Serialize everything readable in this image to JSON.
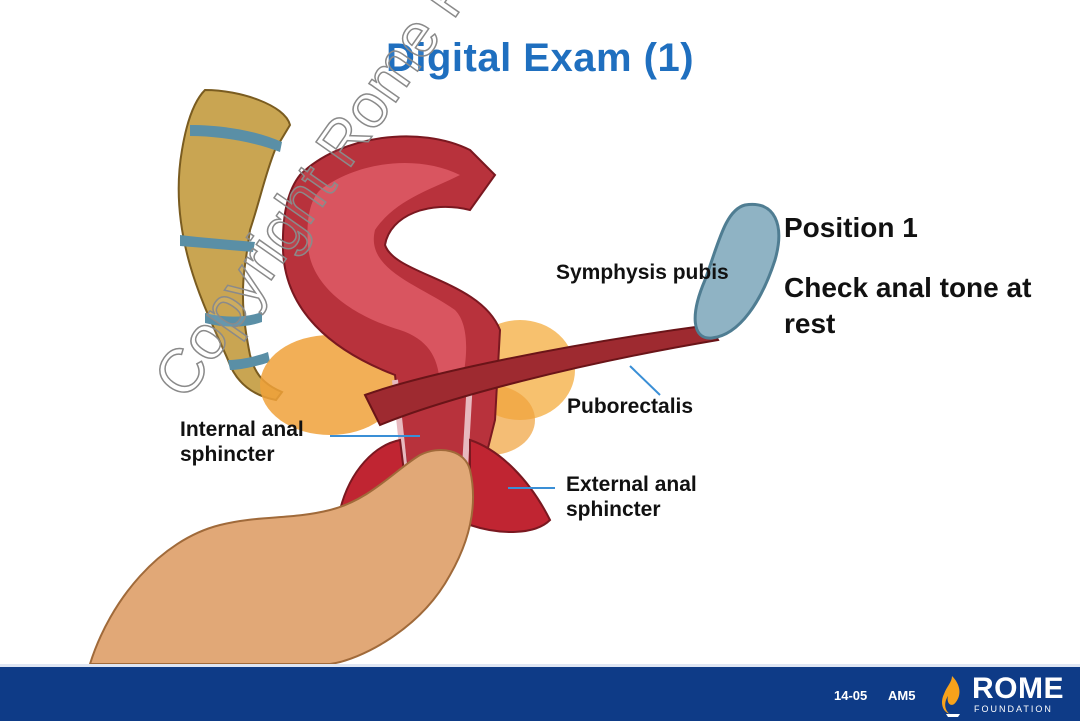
{
  "slide": {
    "title": "Digital Exam (1)",
    "side_heading": "Position 1",
    "side_text": "Check anal tone at rest"
  },
  "labels": {
    "symphysis_pubis": "Symphysis pubis",
    "puborectalis": "Puborectalis",
    "internal_anal_sphincter": "Internal anal sphincter",
    "external_anal_sphincter": "External anal sphincter"
  },
  "watermark": "Copyright Rome Foundation",
  "footer": {
    "code_1": "14-05",
    "code_2": "AM5",
    "logo_word": "ROME",
    "logo_sub": "FOUNDATION"
  },
  "colors": {
    "title": "#1f6fbf",
    "footer_bg": "#0e3b87",
    "label_lines": "#3a8fd6"
  }
}
